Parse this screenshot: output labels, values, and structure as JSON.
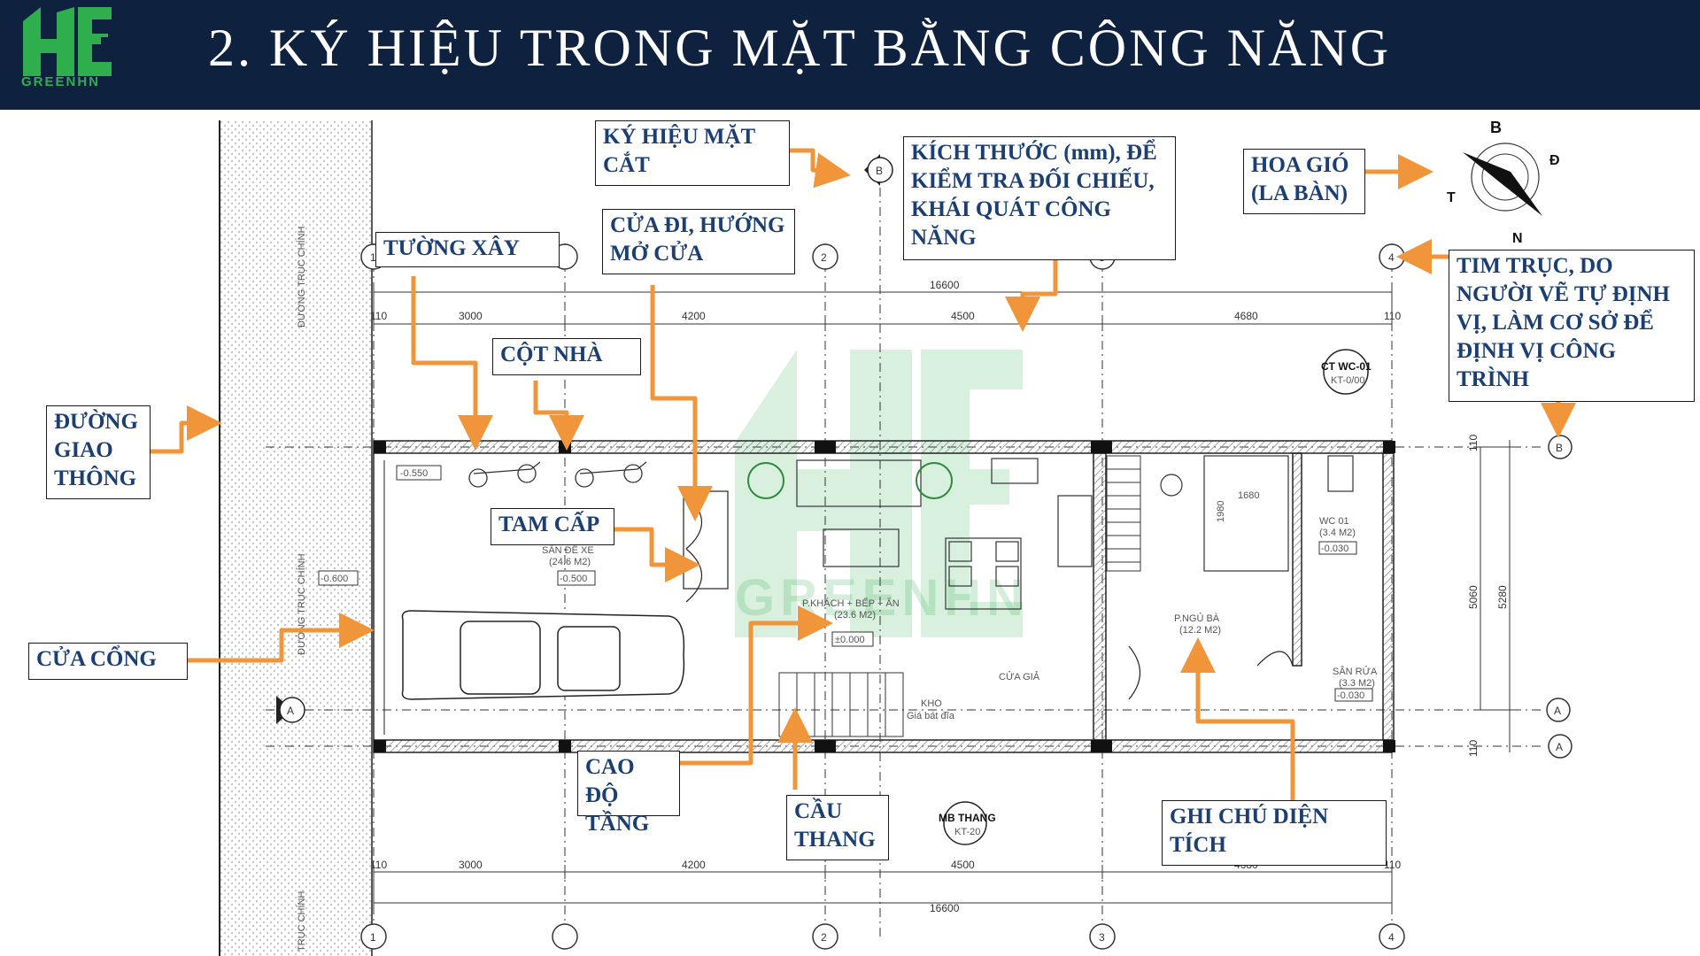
{
  "header": {
    "title": "2. KÝ HIỆU TRONG MẶT BẰNG CÔNG NĂNG",
    "logo_text": "GREENHN",
    "logo_color": "#2fae4e",
    "background": "#0e2240"
  },
  "plan": {
    "road_axis_label": "ĐƯỜNG TRỤC CHÍNH",
    "road_axis_label_bottom": "TRỤC CHÍNH",
    "section_mark": "B",
    "section_mark_a": "A",
    "compass": {
      "north": "B",
      "south": "N",
      "east": "Đ",
      "west": "T"
    },
    "axes": [
      "1",
      "2",
      "3",
      "4"
    ],
    "dims_top": {
      "total": "16600",
      "segments": [
        "3000",
        "4200",
        "4500",
        "4680"
      ],
      "edge": "110"
    },
    "dims_bottom": {
      "total": "16600",
      "segments": [
        "3000",
        "4200",
        "4500",
        "4680"
      ],
      "edge": "110"
    },
    "dims_right": [
      "5060",
      "5280",
      "110",
      "110"
    ],
    "dims_inner": [
      "1980",
      "1680"
    ],
    "levels": [
      "-0.550",
      "-0.600",
      "-0.500",
      "±0.000",
      "-0.030",
      "-0.030"
    ],
    "rooms": {
      "parking": "SÂN ĐỂ XE",
      "parking_area": "(24.6 M2)",
      "living": "P.KHÁCH + BẾP + ĂN",
      "living_area": "(23.6 M2)",
      "bedroom": "P.NGỦ BÀ",
      "bedroom_area": "(12.2 M2)",
      "wc": "WC 01",
      "wc_area": "(3.4 M2)",
      "wash": "SÂN RỬA",
      "wash_area": "(3.3 M2)",
      "storage": "KHO",
      "storage_note": "Giá bát đĩa",
      "altar": "CỬA GIẢ"
    },
    "tags": {
      "wc_detail": "CT WC-01",
      "wc_detail_sub": "KT-0/00",
      "stair_detail": "MB THANG",
      "stair_detail_sub": "KT-20"
    }
  },
  "labels": {
    "road": "ĐƯỜNG GIAO THÔNG",
    "gate": "CỬA CỔNG",
    "wall": "TƯỜNG XÂY",
    "column": "CỘT NHÀ",
    "door": "CỬA ĐI, HƯỚNG MỞ CỬA",
    "section": "KÝ HIỆU MẶT CẮT",
    "dimension": "KÍCH THƯỚC (mm), ĐỂ KIỂM TRA ĐỐI CHIẾU, KHÁI QUÁT CÔNG NĂNG",
    "compass": "HOA GIÓ (LA BÀN)",
    "axis": "TIM TRỤC, DO NGƯỜI VẼ TỰ ĐỊNH VỊ, LÀM CƠ SỞ ĐỂ ĐỊNH VỊ CÔNG TRÌNH",
    "step": "TAM CẤP",
    "level": "CAO ĐỘ TẦNG",
    "stair": "CẦU THANG",
    "area": "GHI CHÚ DIỆN TÍCH"
  },
  "colors": {
    "arrow": "#f0953a",
    "label_text": "#1b3f73",
    "watermark": "#2fae4e"
  }
}
